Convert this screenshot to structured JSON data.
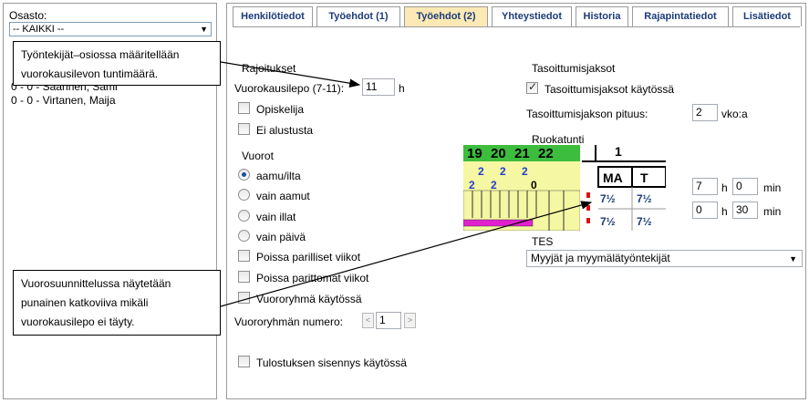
{
  "left": {
    "dept_label": "Osasto:",
    "dept_value": "-- KAIKKI --",
    "employees": [
      "0 - 0 - Saarinen, Sami",
      "0 - 0 - Virtanen, Maija"
    ]
  },
  "tabs": [
    "Henkilötiedot",
    "Työehdot (1)",
    "Työehdot (2)",
    "Yhteystiedot",
    "Historia",
    "Rajapintatiedot",
    "Lisätiedot"
  ],
  "active_tab": "Työehdot (2)",
  "restrictions": {
    "title": "Rajoitukset",
    "rest_label": "Vuorokausilepo (7-11):",
    "rest_value": "11",
    "rest_unit": "h",
    "student_label": "Opiskelija",
    "no_init_label": "Ei alustusta"
  },
  "shifts": {
    "title": "Vuorot",
    "options": [
      "aamu/ilta",
      "vain aamut",
      "vain illat",
      "vain päivä"
    ],
    "selected": "aamu/ilta"
  },
  "options": {
    "exclude_even": "Poissa parilliset viikot",
    "exclude_odd": "Poissa parittomat viikot",
    "group_enabled": "Vuororyhmä käytössä",
    "group_number_label": "Vuororyhmän numero:",
    "group_number_value": "1",
    "print_indent": "Tulostuksen sisennys käytössä"
  },
  "balancing": {
    "title": "Tasoittumisjaksot",
    "enabled_label": "Tasoittumisjaksot käytössä",
    "length_label": "Tasoittumisjakson pituus:",
    "length_value": "2",
    "length_unit": "vko:a"
  },
  "lunch": {
    "title": "Ruokatunti",
    "row1": {
      "h": "7",
      "h_unit": "h",
      "min": "0",
      "min_unit": "min"
    },
    "row2": {
      "h": "0",
      "h_unit": "h",
      "min": "30",
      "min_unit": "min"
    }
  },
  "tes": {
    "title": "TES",
    "value": "Myyjät ja myymälätyöntekijät"
  },
  "snippet": {
    "days": [
      "19",
      "20",
      "21",
      "22"
    ],
    "counts": [
      "2",
      "2",
      "2",
      "2",
      "2",
      "0"
    ],
    "head_cells": [
      "MA",
      "T"
    ],
    "top_cell": "1",
    "values": [
      "7½",
      "7½",
      "7½",
      "7½"
    ]
  },
  "callouts": {
    "top": "Työntekijät–osiossa määritellään vuorokausilevon tuntimäärä.",
    "bottom": "Vuorosuunnittelussa näytetään punainen katkoviiva mikäli vuorokausilepo ei täyty."
  },
  "colors": {
    "tab_active_bg": "#fde9b5",
    "tab_text": "#1a3c7a",
    "radio_dot": "#1b4f9c",
    "snippet_green": "#3dbd3d",
    "snippet_yellow": "#f5f7a2",
    "snippet_magenta": "#e21fcf",
    "snippet_blue_text": "#1f3fd1",
    "snippet_red": "#e01010"
  }
}
